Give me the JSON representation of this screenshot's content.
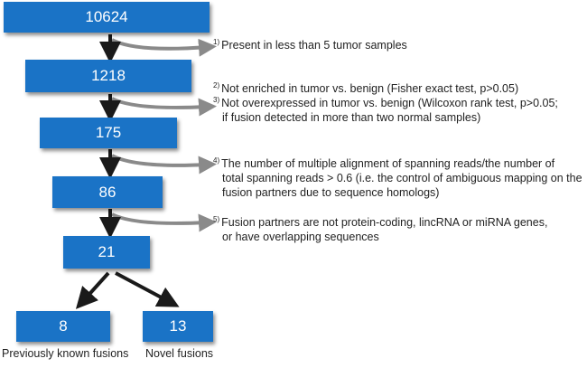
{
  "colors": {
    "box": "#1a73c6",
    "black_arrow": "#1a1a1a",
    "gray_arrow": "#8a8a8a"
  },
  "boxes": [
    "10624",
    "1218",
    "175",
    "86",
    "21",
    "8",
    "13"
  ],
  "notes": [
    {
      "num": "1)",
      "lines": [
        "Present in less than 5 tumor samples"
      ]
    },
    {
      "num": "2)",
      "lines": [
        "Not enriched in tumor vs. benign (Fisher exact test, p>0.05)"
      ]
    },
    {
      "num": "3)",
      "lines": [
        "Not overexpressed in tumor vs. benign (Wilcoxon rank test, p>0.05;",
        "if fusion detected in more than two normal samples)"
      ]
    },
    {
      "num": "4)",
      "lines": [
        "The number of multiple alignment of spanning reads/the number of",
        "total spanning reads > 0.6 (i.e. the control of ambiguous mapping on the",
        "fusion partners due to sequence homologs)"
      ]
    },
    {
      "num": "5)",
      "lines": [
        "Fusion partners are not protein-coding, lincRNA or miRNA genes,",
        "or have overlapping sequences"
      ]
    }
  ],
  "labels": {
    "known": "Previously known fusions",
    "novel": "Novel fusions"
  }
}
